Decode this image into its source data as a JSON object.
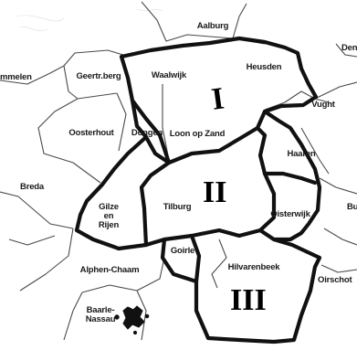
{
  "map": {
    "places": {
      "aalburg": "Aalburg",
      "den": "Den",
      "mmelen": "mmelen",
      "geertruidenberg": "Geertr.berg",
      "waalwijk": "Waalwijk",
      "heusden": "Heusden",
      "vught": "Vught",
      "oosterhout": "Oosterhout",
      "dongen": "Dongen",
      "loon_op_zand": "Loon op Zand",
      "haaren": "Haaren",
      "breda": "Breda",
      "gilze_1": "Gilze",
      "gilze_2": "en",
      "gilze_3": "Rijen",
      "tilburg": "Tilburg",
      "oisterwijk": "Oisterwijk",
      "bu": "Bu",
      "goirle": "Goirle",
      "hilvarenbeek": "Hilvarenbeek",
      "alphen_chaam": "Alphen-Chaam",
      "oirschot": "Oirschot",
      "baarle_1": "Baarle-",
      "baarle_2": "Nassau"
    },
    "regions": {
      "region_1": "I",
      "region_2": "II",
      "region_3": "III"
    },
    "colors": {
      "thick_border": "#111111",
      "thin_border": "#4a4a4a",
      "background": "#ffffff"
    }
  }
}
